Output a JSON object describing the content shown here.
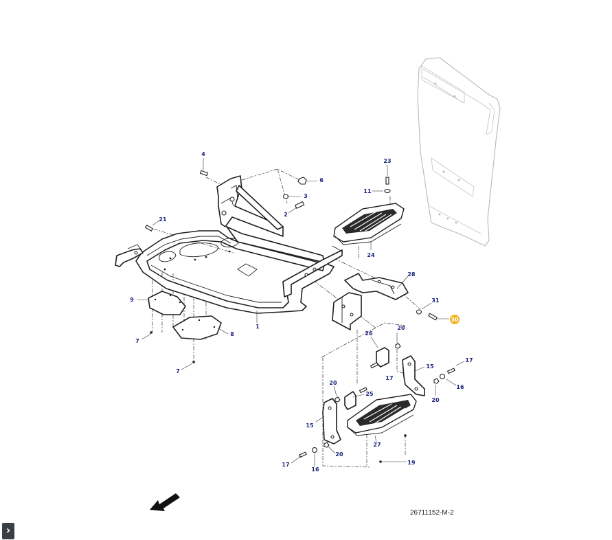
{
  "drawing_id": "26711152-M-2",
  "highlight_color": "#f2b323",
  "label_color": "#1a237e",
  "expand_button": {
    "icon": "chevron-right-icon",
    "glyph": "›"
  },
  "callouts": [
    {
      "id": "c4",
      "text": "4",
      "highlighted": false
    },
    {
      "id": "c6",
      "text": "6",
      "highlighted": false
    },
    {
      "id": "c3",
      "text": "3",
      "highlighted": false
    },
    {
      "id": "c2",
      "text": "2",
      "highlighted": false
    },
    {
      "id": "c21",
      "text": "21",
      "highlighted": false
    },
    {
      "id": "c9",
      "text": "9",
      "highlighted": false
    },
    {
      "id": "c7a",
      "text": "7",
      "highlighted": false
    },
    {
      "id": "c7b",
      "text": "7",
      "highlighted": false
    },
    {
      "id": "c8",
      "text": "8",
      "highlighted": false
    },
    {
      "id": "c1",
      "text": "1",
      "highlighted": false
    },
    {
      "id": "c23",
      "text": "23",
      "highlighted": false
    },
    {
      "id": "c11",
      "text": "11",
      "highlighted": false
    },
    {
      "id": "c24",
      "text": "24",
      "highlighted": false
    },
    {
      "id": "c28",
      "text": "28",
      "highlighted": false
    },
    {
      "id": "c31",
      "text": "31",
      "highlighted": false
    },
    {
      "id": "c30",
      "text": "30",
      "highlighted": true
    },
    {
      "id": "c26",
      "text": "26",
      "highlighted": false
    },
    {
      "id": "c20a",
      "text": "20",
      "highlighted": false
    },
    {
      "id": "c15a",
      "text": "15",
      "highlighted": false
    },
    {
      "id": "c17a",
      "text": "17",
      "highlighted": false
    },
    {
      "id": "c17b",
      "text": "17",
      "highlighted": false
    },
    {
      "id": "c16a",
      "text": "16",
      "highlighted": false
    },
    {
      "id": "c20b",
      "text": "20",
      "highlighted": false
    },
    {
      "id": "c20c",
      "text": "20",
      "highlighted": false
    },
    {
      "id": "c25",
      "text": "25",
      "highlighted": false
    },
    {
      "id": "c15b",
      "text": "15",
      "highlighted": false
    },
    {
      "id": "c27",
      "text": "27",
      "highlighted": false
    },
    {
      "id": "c20d",
      "text": "20",
      "highlighted": false
    },
    {
      "id": "c17c",
      "text": "17",
      "highlighted": false
    },
    {
      "id": "c16b",
      "text": "16",
      "highlighted": false
    },
    {
      "id": "c19",
      "text": "19",
      "highlighted": false
    }
  ]
}
